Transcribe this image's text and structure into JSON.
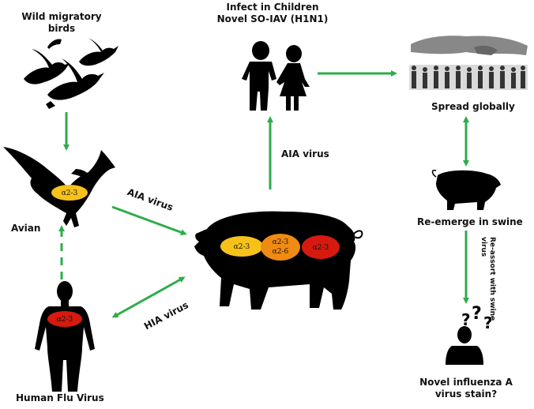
{
  "labels": {
    "wild_birds": [
      "Wild migratory",
      "birds"
    ],
    "avian": "Avian",
    "human_flu": "Human Flu Virus",
    "infect_children": [
      "Infect in Children",
      "Novel SO-IAV (H1N1)"
    ],
    "aia_virus_upper": "AIA virus",
    "aia_virus_lower": "AIA virus",
    "hia_virus": "HIA virus",
    "spread_globally": "Spread globally",
    "re_emerge": "Re-emerge in swine",
    "reassort": [
      "Re-assort with swine",
      "virus"
    ],
    "novel_influenza": [
      "Novel influenza A",
      "virus stain?"
    ]
  },
  "receptors": {
    "avian": "α2-3",
    "human": "α2-3",
    "pig_left": "α2-3",
    "pig_mid_top": "α2-3",
    "pig_mid_bottom": "α2-6",
    "pig_right": "α2-3"
  },
  "colors": {
    "arrow": "#2eac4b",
    "silhouette": "#000000",
    "receptor_yellow": "#f6c21a",
    "receptor_orange": "#f08a12",
    "receptor_red": "#d61a0f"
  },
  "icons": [
    "goose-flock-icon",
    "eagle-icon",
    "human-body-icon",
    "pig-icon",
    "children-icon",
    "world-crowd-icon",
    "small-pig-icon",
    "thinking-person-icon"
  ]
}
